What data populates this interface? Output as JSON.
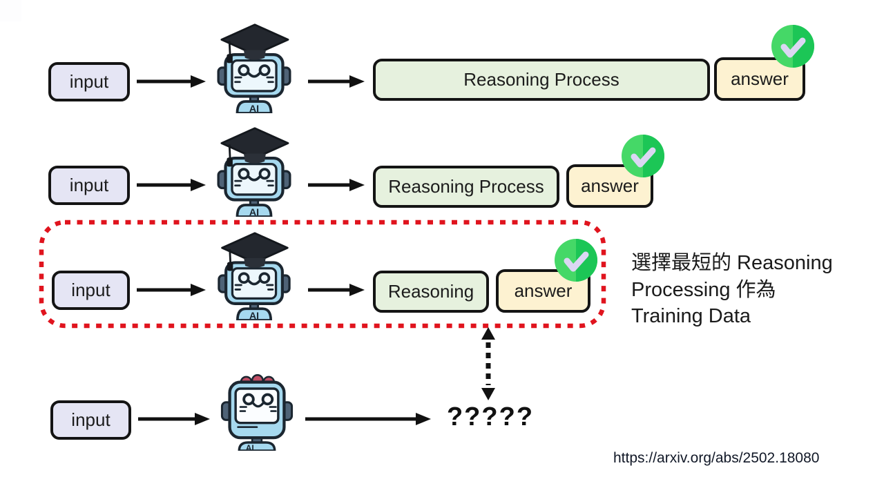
{
  "slide": {
    "description_note": {
      "line1": "選擇最短的 Reasoning",
      "line2": "Processing 作為",
      "line3": "Training Data"
    },
    "rows": [
      {
        "input": "input",
        "reasoning": "Reasoning Process",
        "answer": "answer",
        "has_check": true
      },
      {
        "input": "input",
        "reasoning": "Reasoning Process",
        "answer": "answer",
        "has_check": true
      },
      {
        "input": "input",
        "reasoning": "Reasoning",
        "answer": "answer",
        "has_check": true,
        "highlighted": true
      },
      {
        "input": "input",
        "output": "?????"
      }
    ],
    "footer": {
      "url": "https://arxiv.org/abs/2502.18080"
    },
    "icons": {
      "graduate_robot": "graduate-robot-icon",
      "plain_robot": "robot-icon",
      "check": "check-icon",
      "arrow": "arrow-right-icon",
      "double_arrow": "double-arrow-vertical-icon"
    },
    "colors": {
      "input_fill": "#e5e5f4",
      "reasoning_fill": "#e6f1de",
      "answer_fill": "#fdf2d1",
      "outline": "#141414",
      "highlight_red": "#e0141e",
      "check_green_light": "#45d867",
      "check_green_dark": "#1cc656",
      "check_mark": "#dbd7f3"
    }
  }
}
